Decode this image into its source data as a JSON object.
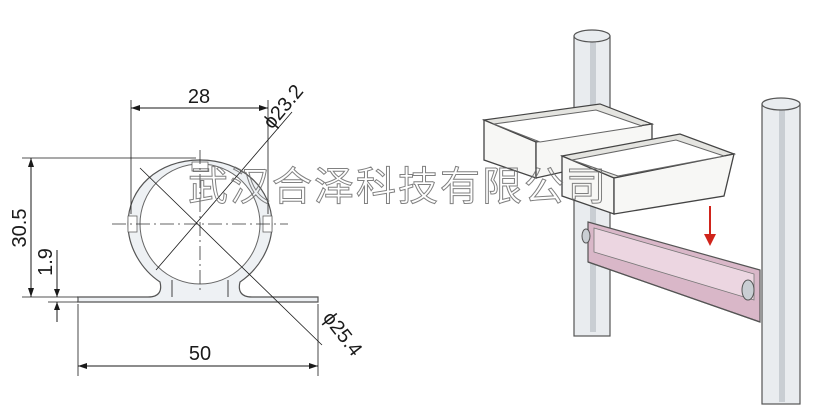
{
  "drawing": {
    "dim_width_top": "28",
    "dim_diameter_inner": "ϕ23.2",
    "dim_height": "30.5",
    "dim_flange": "1.9",
    "dim_diameter_outer": "ϕ25.4",
    "dim_width_base": "50"
  },
  "watermark": "武汉合泽科技有限公司",
  "colors": {
    "rail": "#d9b7c8",
    "arrow": "#d0241b"
  }
}
